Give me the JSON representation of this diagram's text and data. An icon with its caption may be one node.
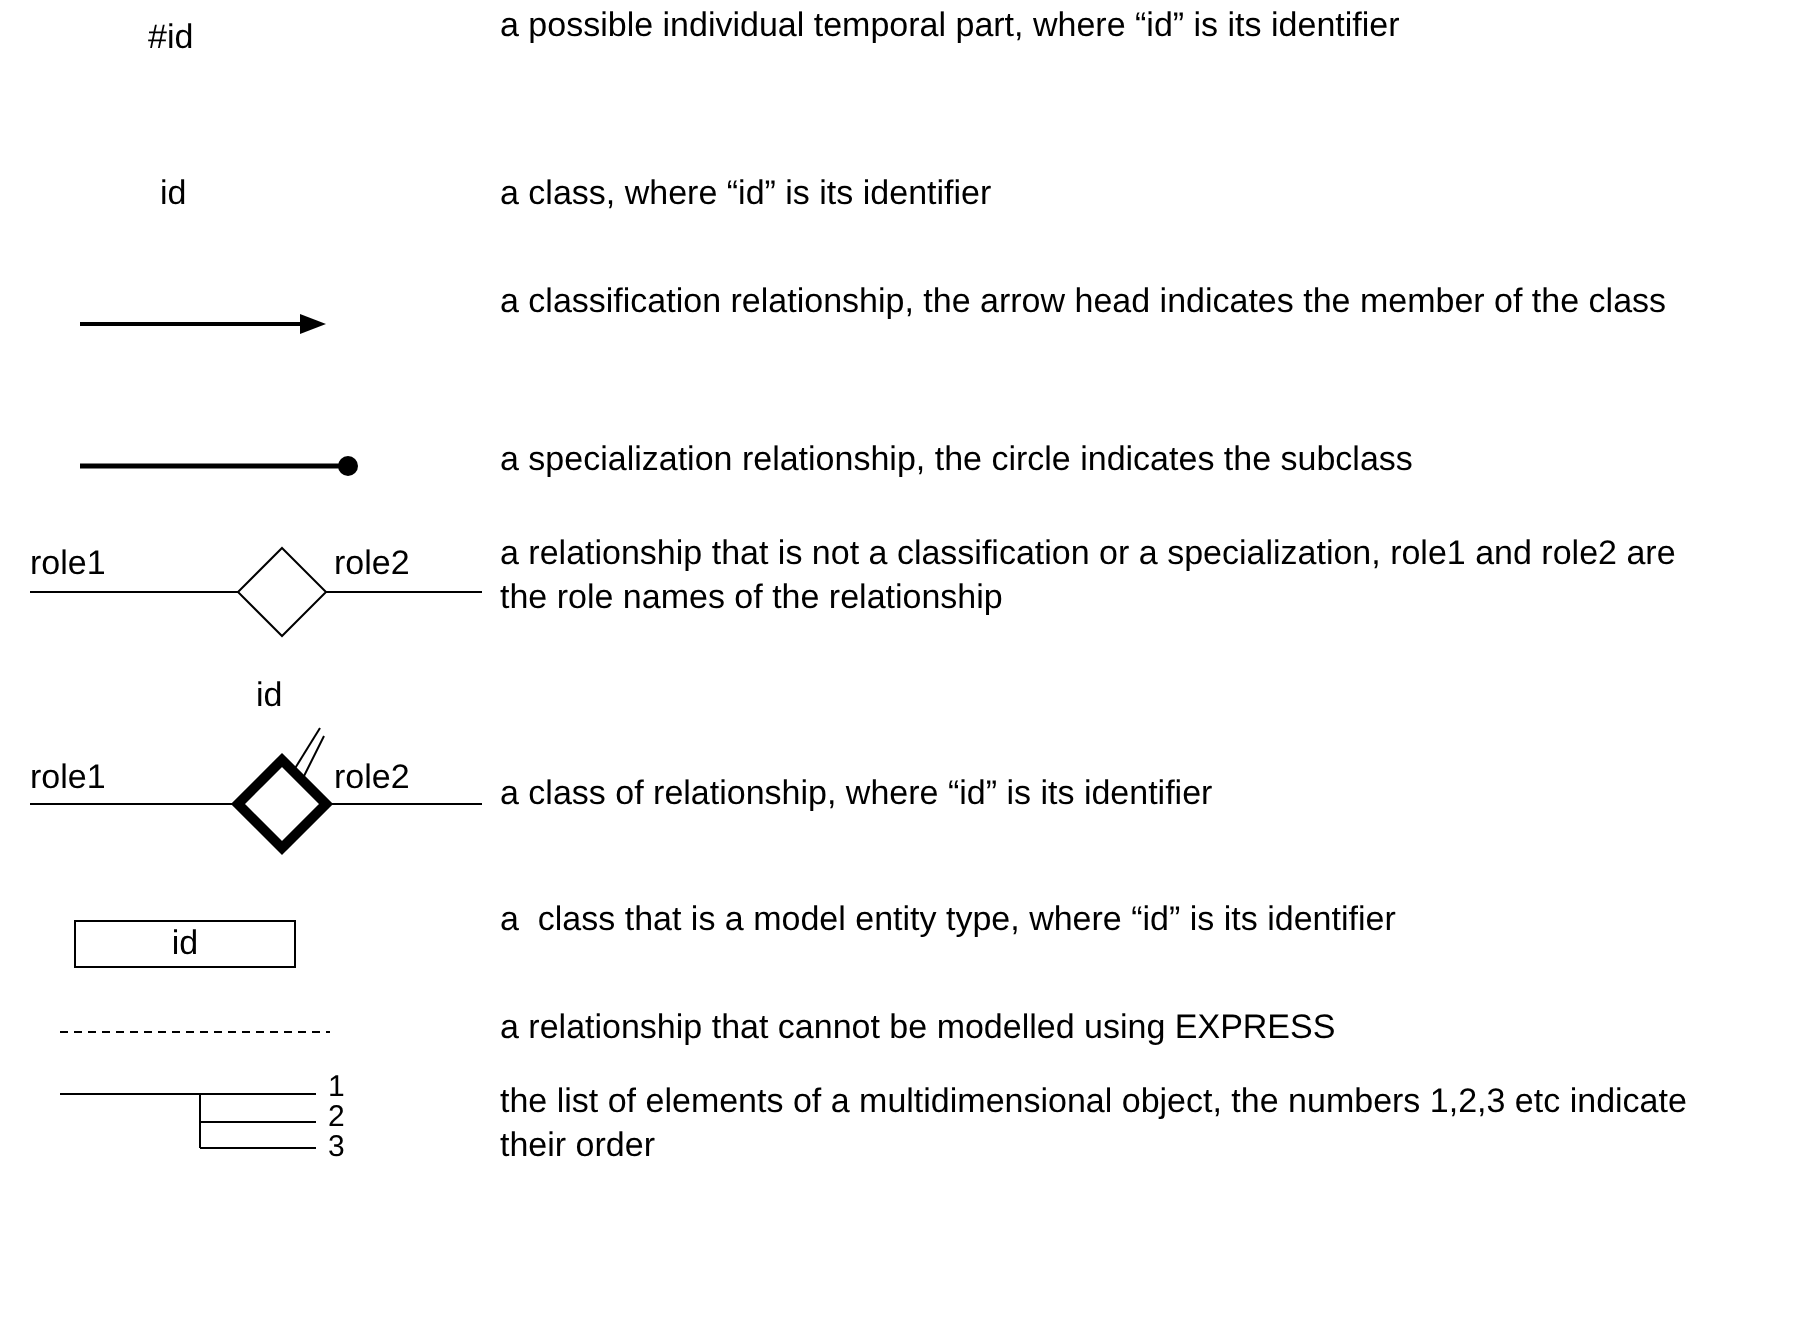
{
  "diagram": {
    "nodes": [
      {
        "text": [
          "id"
        ]
      }
    ],
    "labels": [
      "#id",
      "id",
      "role1",
      "role2",
      "id",
      "role1",
      "role2",
      "1",
      "2",
      "3"
    ],
    "legend": [
      {
        "text": "a possible individual temporal part, where “id” is its identifier"
      },
      {
        "text": "a class, where “id” is its identifier"
      },
      {
        "text": "a classification relationship, the arrow head indicates the member of the class"
      },
      {
        "text": "a specialization relationship, the circle indicates the subclass"
      },
      {
        "text": "a relationship that is not a classification or a specialization, role1 and role2 are the role names of the relationship"
      },
      {
        "text": "a class of relationship, where “id” is its identifier"
      },
      {
        "text": "a  class that is a model entity type, where “id” is its identifier"
      },
      {
        "text": "a relationship that cannot be modelled using EXPRESS"
      },
      {
        "text": "the list of elements of a multidimensional object, the numbers 1,2,3 etc indicate their order"
      }
    ]
  }
}
